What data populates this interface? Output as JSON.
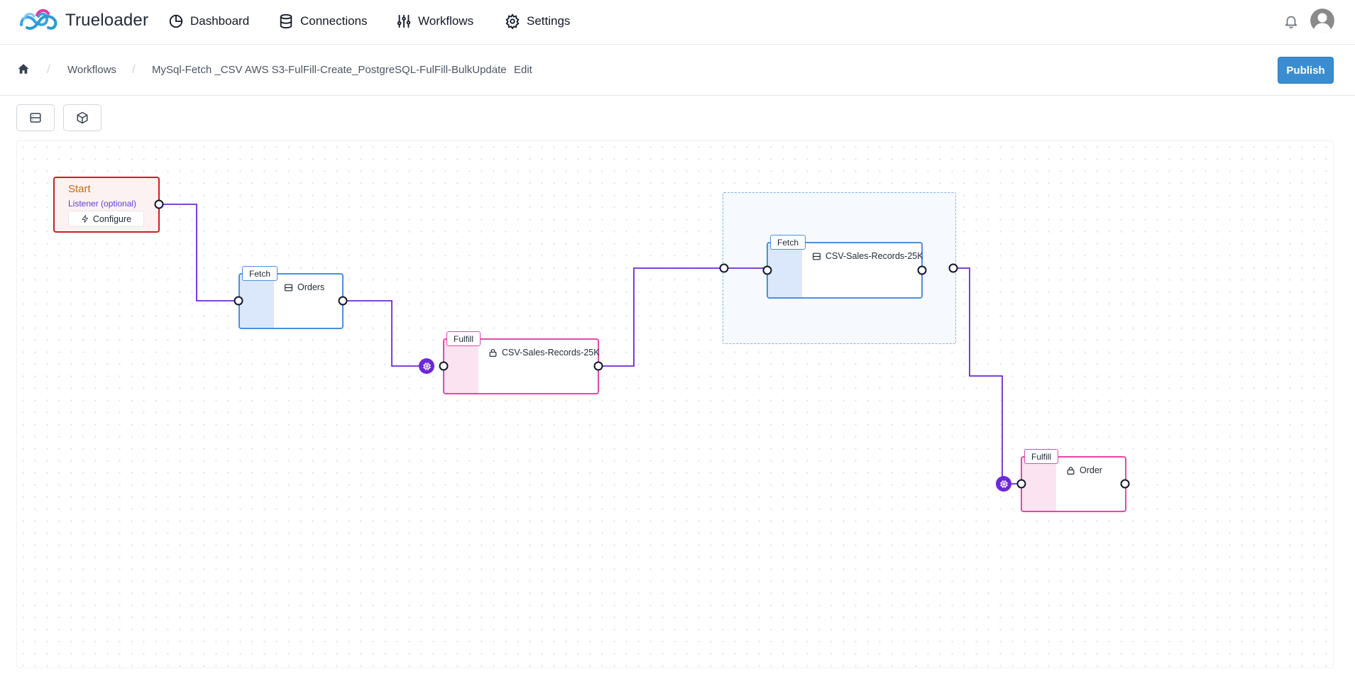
{
  "app": {
    "name": "Trueloader"
  },
  "nav": {
    "items": [
      {
        "label": "Dashboard",
        "icon": "pie-chart-icon"
      },
      {
        "label": "Connections",
        "icon": "database-icon"
      },
      {
        "label": "Workflows",
        "icon": "sliders-icon"
      },
      {
        "label": "Settings",
        "icon": "gear-icon"
      }
    ]
  },
  "breadcrumb": {
    "items": [
      "Workflows",
      "MySql-Fetch _CSV AWS S3-FulFill-Create_PostgreSQL-FulFill-BulkUpdate",
      "Edit"
    ]
  },
  "actions": {
    "publish_label": "Publish"
  },
  "colors": {
    "accent": "#3b8dd1",
    "edge": "#6d28d9",
    "start": "#d11c1c",
    "fetch": "#4a90e2",
    "fulfill": "#e548a8"
  },
  "flow": {
    "start": {
      "title": "Start",
      "subtitle": "Listener (optional)",
      "button": "Configure"
    },
    "nodes": [
      {
        "type": "Fetch",
        "label": "Orders"
      },
      {
        "type": "Fulfill",
        "label": "CSV-Sales-Records-25K"
      },
      {
        "type": "Fetch",
        "label": "CSV-Sales-Records-25K"
      },
      {
        "type": "Fulfill",
        "label": "Order"
      }
    ]
  }
}
